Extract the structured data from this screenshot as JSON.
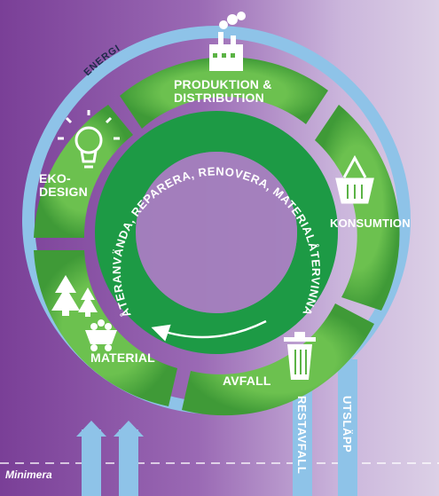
{
  "energy_label": "ENERGI",
  "inner_ring_text": "ÅTERANVÄNDA, REPARERA, RENOVERA, MATERIALÅTERVINNA",
  "segments": {
    "production": "PRODUKTION &\nDISTRIBUTION",
    "consumption": "KONSUMTION",
    "waste": "AVFALL",
    "material": "MATERIAL",
    "ecodesign": "EKO-\nDESIGN"
  },
  "outputs": {
    "residual_waste": "RESTAVFALL",
    "emissions": "UTSLÄPP"
  },
  "minimize_label": "Minimera",
  "colors": {
    "background_left": "#7a3f97",
    "background_right": "#dcd0e6",
    "energy_ring": "#8ec3e8",
    "segment_green": "#5bb345",
    "inner_ring_green": "#1d9a45",
    "text": "#ffffff"
  },
  "icons": [
    "factory-icon",
    "basket-icon",
    "trash-bin-icon",
    "trees-icon",
    "mine-cart-icon",
    "lightbulb-icon",
    "cycle-arrow-icon"
  ]
}
